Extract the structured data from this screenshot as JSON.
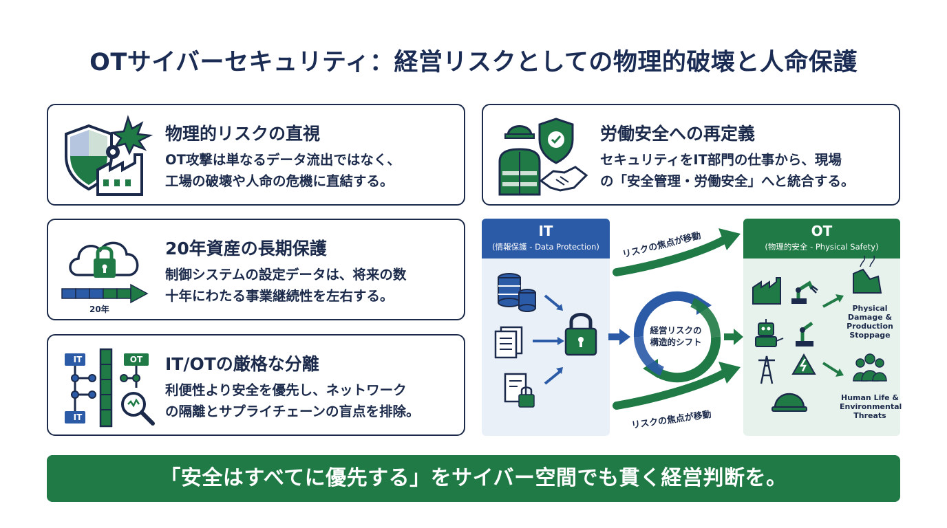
{
  "title": "OTサイバーセキュリティ：経営リスクとしての物理的破壊と人命保護",
  "cards": [
    {
      "head": "物理的リスクの直視",
      "line1": "OT攻撃は単なるデータ流出ではなく、",
      "line2": "工場の破壊や人命の危機に直結する。"
    },
    {
      "head": "20年資産の長期保護",
      "line1": "制御システムの設定データは、将来の数",
      "line2": "十年にわたる事業継続性を左右する。",
      "icon_label": "20年"
    },
    {
      "head": "IT/OTの厳格な分離",
      "line1": "利便性より安全を優先し、ネットワーク",
      "line2": "の隔離とサプライチェーンの盲点を排除。",
      "icon_it_top": "IT",
      "icon_it_bottom": "IT",
      "icon_ot": "OT"
    },
    {
      "head": "労働安全への再定義",
      "line1": "セキュリティをIT部門の仕事から、現場",
      "line2": "の「安全管理・労働安全」へと統合する。"
    }
  ],
  "diagram": {
    "it": {
      "title": "IT",
      "subtitle": "(情報保護 - Data Protection)"
    },
    "ot": {
      "title": "OT",
      "subtitle": "(物理的安全 - Physical Safety)"
    },
    "center_label_1": "経営リスクの",
    "center_label_2": "構造的シフト",
    "arrow_top": "リスクの焦点が移動",
    "arrow_bottom": "リスクの焦点が移動",
    "ot_outcome_1": [
      "Physical",
      "Damage &",
      "Production",
      "Stoppage"
    ],
    "ot_outcome_2": [
      "Human Life &",
      "Environmental",
      "Threats"
    ]
  },
  "bottom_message": "「安全はすべてに優先する」をサイバー空間でも貫く経営判断を。",
  "colors": {
    "navy": "#1b2a4a",
    "blue": "#2b5aa6",
    "green": "#1f7a45",
    "light_blue": "#eaf0f8",
    "light_green": "#e8f2ec"
  }
}
